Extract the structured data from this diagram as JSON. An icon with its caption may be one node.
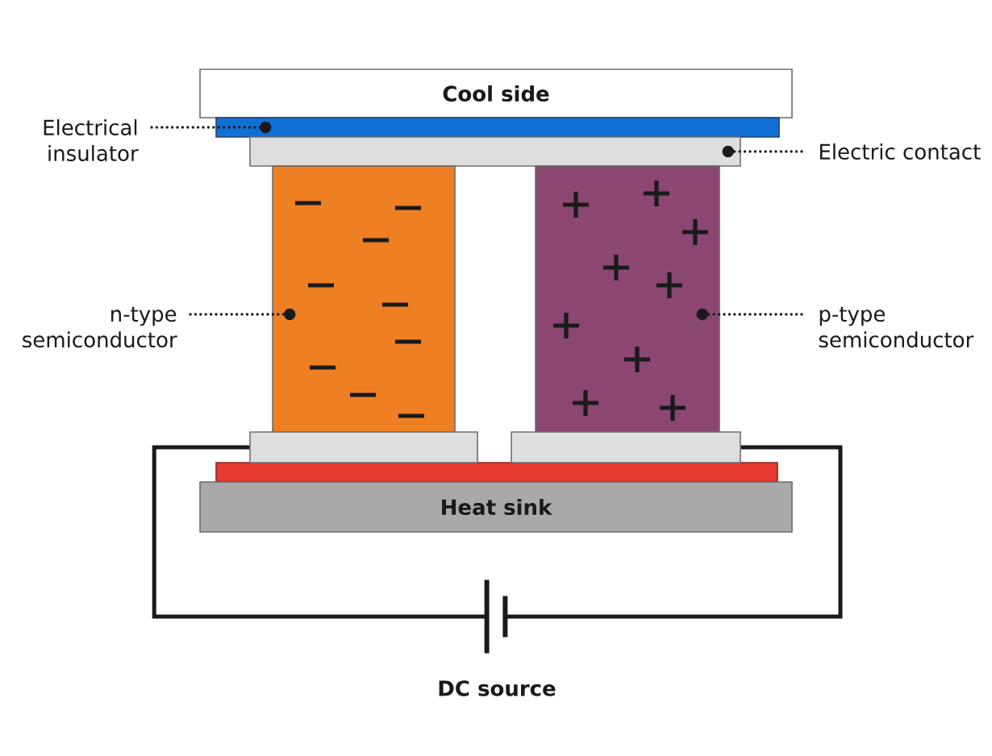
{
  "diagram": {
    "nodes": [
      {
        "text": [
          "Cool side"
        ]
      },
      {
        "text": [
          "Electrical insulator"
        ]
      },
      {
        "text": [],
        "shape": "box"
      },
      {
        "text": [],
        "shape": "box"
      },
      {
        "text": [
          "Electric contact"
        ]
      },
      {
        "text": [
          "n-type semiconductor"
        ]
      },
      {
        "text": [],
        "shape": "box"
      },
      {
        "text": [],
        "shape": "box"
      },
      {
        "text": [
          "p-type semiconductor"
        ]
      },
      {
        "text": [],
        "shape": "box"
      },
      {
        "text": [],
        "shape": "box"
      },
      {
        "text": [
          "Heat sink"
        ]
      },
      {
        "text": [],
        "shape": "battery",
        "beside": [
          "DC source"
        ]
      }
    ],
    "edges": [
      {
        "from": 1,
        "to": 2,
        "arrow": "other",
        "style": "dashed"
      },
      {
        "from": 4,
        "to": 3,
        "arrow": "other",
        "style": "dashed"
      },
      {
        "from": 5,
        "to": 6,
        "arrow": "other",
        "style": "dashed"
      },
      {
        "from": 8,
        "to": 7,
        "arrow": "other",
        "style": "dashed"
      },
      {
        "from": 9,
        "to": 12,
        "arrow": "none"
      },
      {
        "from": 12,
        "to": 10,
        "arrow": "none"
      }
    ]
  }
}
